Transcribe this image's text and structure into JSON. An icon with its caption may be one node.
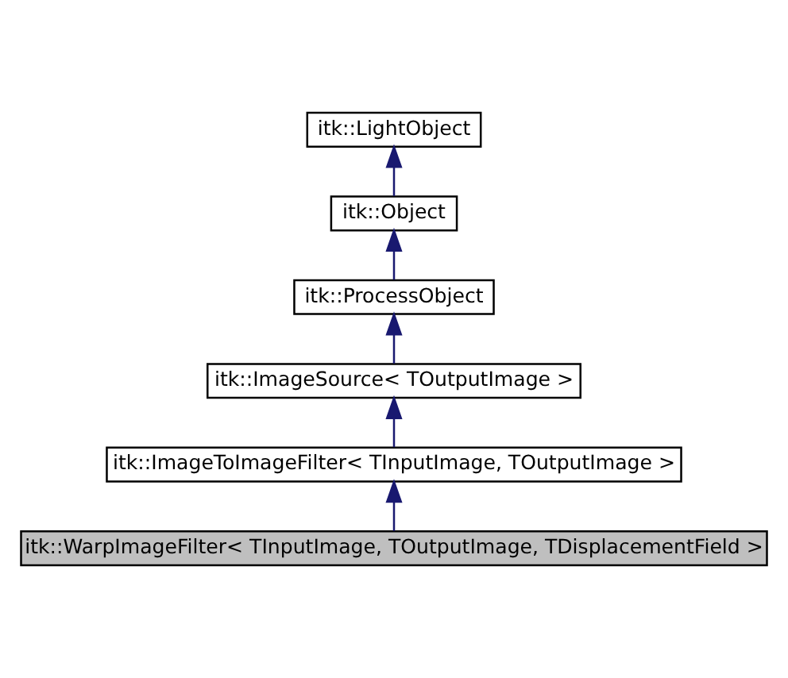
{
  "diagram": {
    "nodes": [
      {
        "text": [
          "itk::LightObject"
        ]
      },
      {
        "text": [
          "itk::Object"
        ]
      },
      {
        "text": [
          "itk::ProcessObject"
        ]
      },
      {
        "text": [
          "itk::ImageSource< TOutputImage >"
        ]
      },
      {
        "text": [
          "itk::ImageToImageFilter< TInputImage, TOutputImage >"
        ]
      },
      {
        "text": [
          "itk::WarpImageFilter< TInputImage, TOutputImage, TDisplacementField >"
        ]
      }
    ],
    "edges": [
      {
        "from": 1,
        "to": 0,
        "arrow": "to"
      },
      {
        "from": 2,
        "to": 1,
        "arrow": "to"
      },
      {
        "from": 3,
        "to": 2,
        "arrow": "to"
      },
      {
        "from": 4,
        "to": 3,
        "arrow": "to"
      },
      {
        "from": 5,
        "to": 4,
        "arrow": "to"
      }
    ]
  }
}
